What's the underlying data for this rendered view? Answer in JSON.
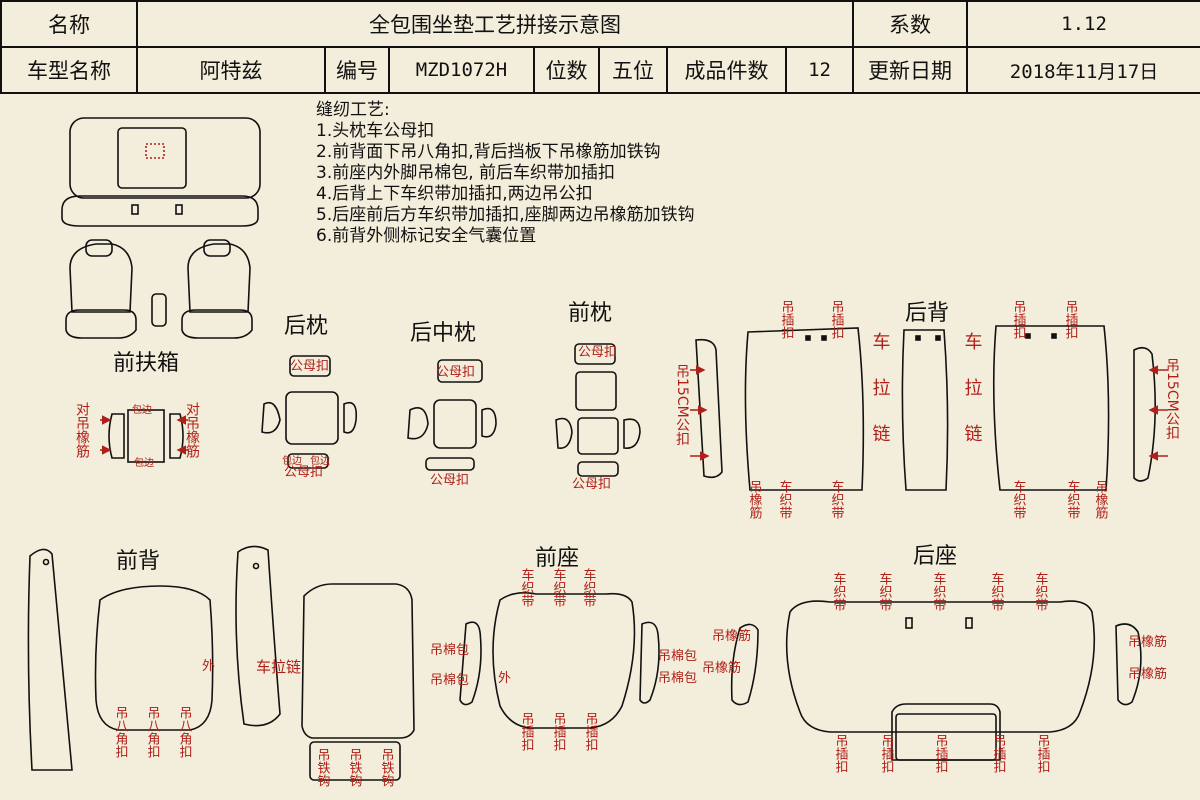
{
  "header": {
    "name_label": "名称",
    "title": "全包围坐垫工艺拼接示意图",
    "coef_label": "系数",
    "coef_value": "1.12",
    "model_label": "车型名称",
    "model_value": "阿特兹",
    "code_label": "编号",
    "code_value": "MZD1072H",
    "seats_label": "位数",
    "seats_value": "五位",
    "pieces_label": "成品件数",
    "pieces_value": "12",
    "date_label": "更新日期",
    "date_value": "2018年11月17日"
  },
  "instructions": {
    "title": "缝纫工艺:",
    "items": [
      "1.头枕车公母扣",
      "2.前背面下吊八角扣,背后挡板下吊橡筋加铁钩",
      "3.前座内外脚吊棉包, 前后车织带加插扣",
      "4.后背上下车织带加插扣,两边吊公扣",
      "5.后座前后方车织带加插扣,座脚两边吊橡筋加铁钩",
      "6.前背外侧标记安全气囊位置"
    ]
  },
  "sections": {
    "front_armrest": "前扶箱",
    "rear_headrest": "后枕",
    "rear_mid_headrest": "后中枕",
    "front_headrest": "前枕",
    "rear_back": "后背",
    "front_back": "前背",
    "front_seat": "前座",
    "rear_seat": "后座"
  },
  "labels": {
    "dui_diao_xiang_jin": "对吊橡筋",
    "bao_bian": "包边",
    "gong_mu_kou": "公母扣",
    "bao_bian_gong_mu_kou": "包边",
    "diao_cha_kou": "吊插扣",
    "diao_15cm_gong_kou": "吊15CM公扣",
    "che_la_lian": "车拉链",
    "diao_xiang_jin": "吊橡筋",
    "che_zhi_dai": "车织带",
    "wai": "外",
    "diao_ba_jiao_kou": "吊八角扣",
    "diao_tie_gou": "吊铁钩",
    "diao_mian_bao": "吊棉包",
    "diao_xiang_jin_row": "吊橡筋"
  },
  "colors": {
    "background": "#f3eedb",
    "line": "#111111",
    "annotation": "#b0201a"
  }
}
